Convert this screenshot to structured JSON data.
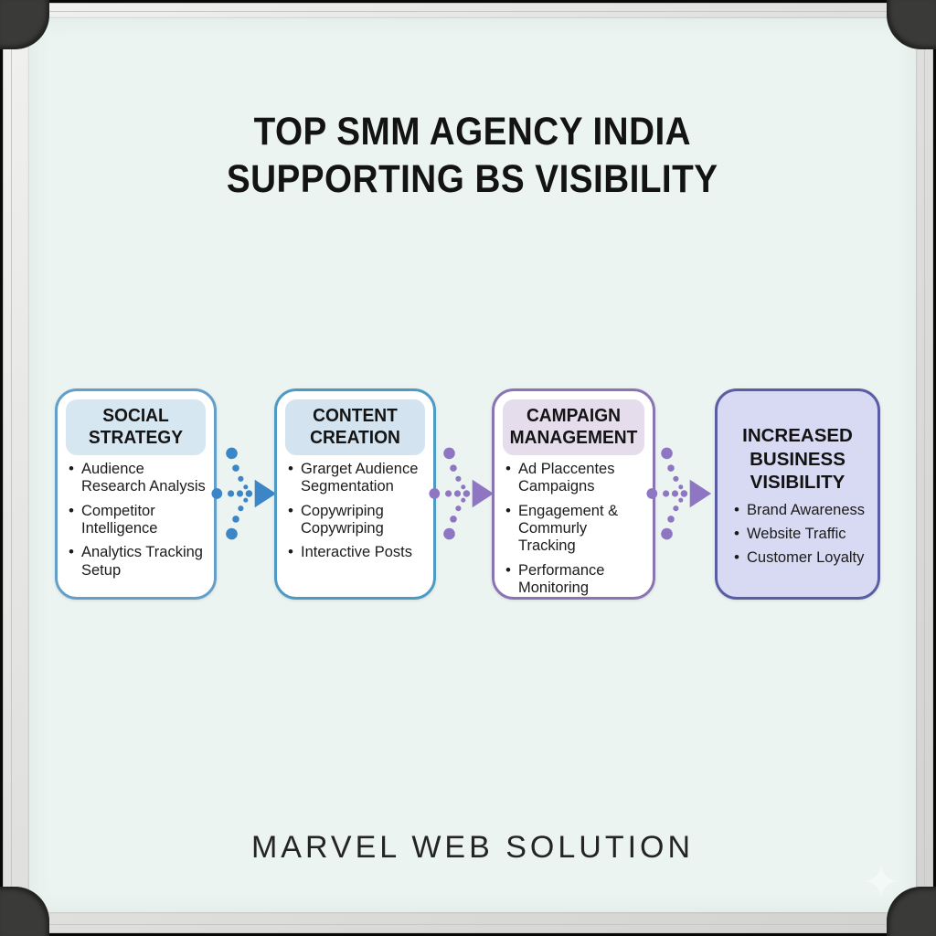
{
  "title": {
    "line1": "TOP SMM AGENCY INDIA",
    "line2": "SUPPORTING BS VISIBILITY"
  },
  "flow": {
    "steps": [
      {
        "title": "SOCIAL STRATEGY",
        "items": [
          "Audience Research Analysis",
          "Competitor Intelligence",
          "Analytics Tracking Setup"
        ],
        "border_color": "#649fc9",
        "header_bg": "#d7e7f1",
        "body_bg": "rgba(255,255,255,0.93)"
      },
      {
        "title": "CONTENT CREATION",
        "items": [
          "Grarget Audience Segmentation",
          "Copywriping Copywriping",
          "Interactive Posts"
        ],
        "border_color": "#4f9ac2",
        "header_bg": "#d3e4f0",
        "body_bg": "rgba(255,255,255,0.93)"
      },
      {
        "title": "CAMPAIGN MANAGEMENT",
        "items": [
          "Ad Placcentes Campaigns",
          "Engagement & Commurly Tracking",
          "Performance Monitoring"
        ],
        "border_color": "#8b74b2",
        "header_bg": "#e5dcec",
        "body_bg": "rgba(255,255,255,0.93)"
      },
      {
        "title": "INCREASED BUSINESS VISIBILITY",
        "items": [
          "Brand Awareness",
          "Website Traffic",
          "Customer Loyalty"
        ],
        "border_color": "#5a5da4",
        "header_bg": "#d8d9f3",
        "body_bg": "#d8d9f3"
      }
    ],
    "arrows": [
      {
        "name": "arrow-1",
        "color": "#3c85c6"
      },
      {
        "name": "arrow-2",
        "color": "#8f76c2"
      },
      {
        "name": "arrow-3",
        "color": "#8f76c2"
      }
    ]
  },
  "footer": {
    "brand": "MARVEL WEB SOLUTION"
  },
  "decor": {
    "sparkle_icon": "four-point-star",
    "sparkle_color": "#ffffff"
  },
  "board": {
    "surface_color": "#ecf4f1",
    "frame_color": "#e2e2e0",
    "corner_cap_color": "#3a3a38"
  }
}
